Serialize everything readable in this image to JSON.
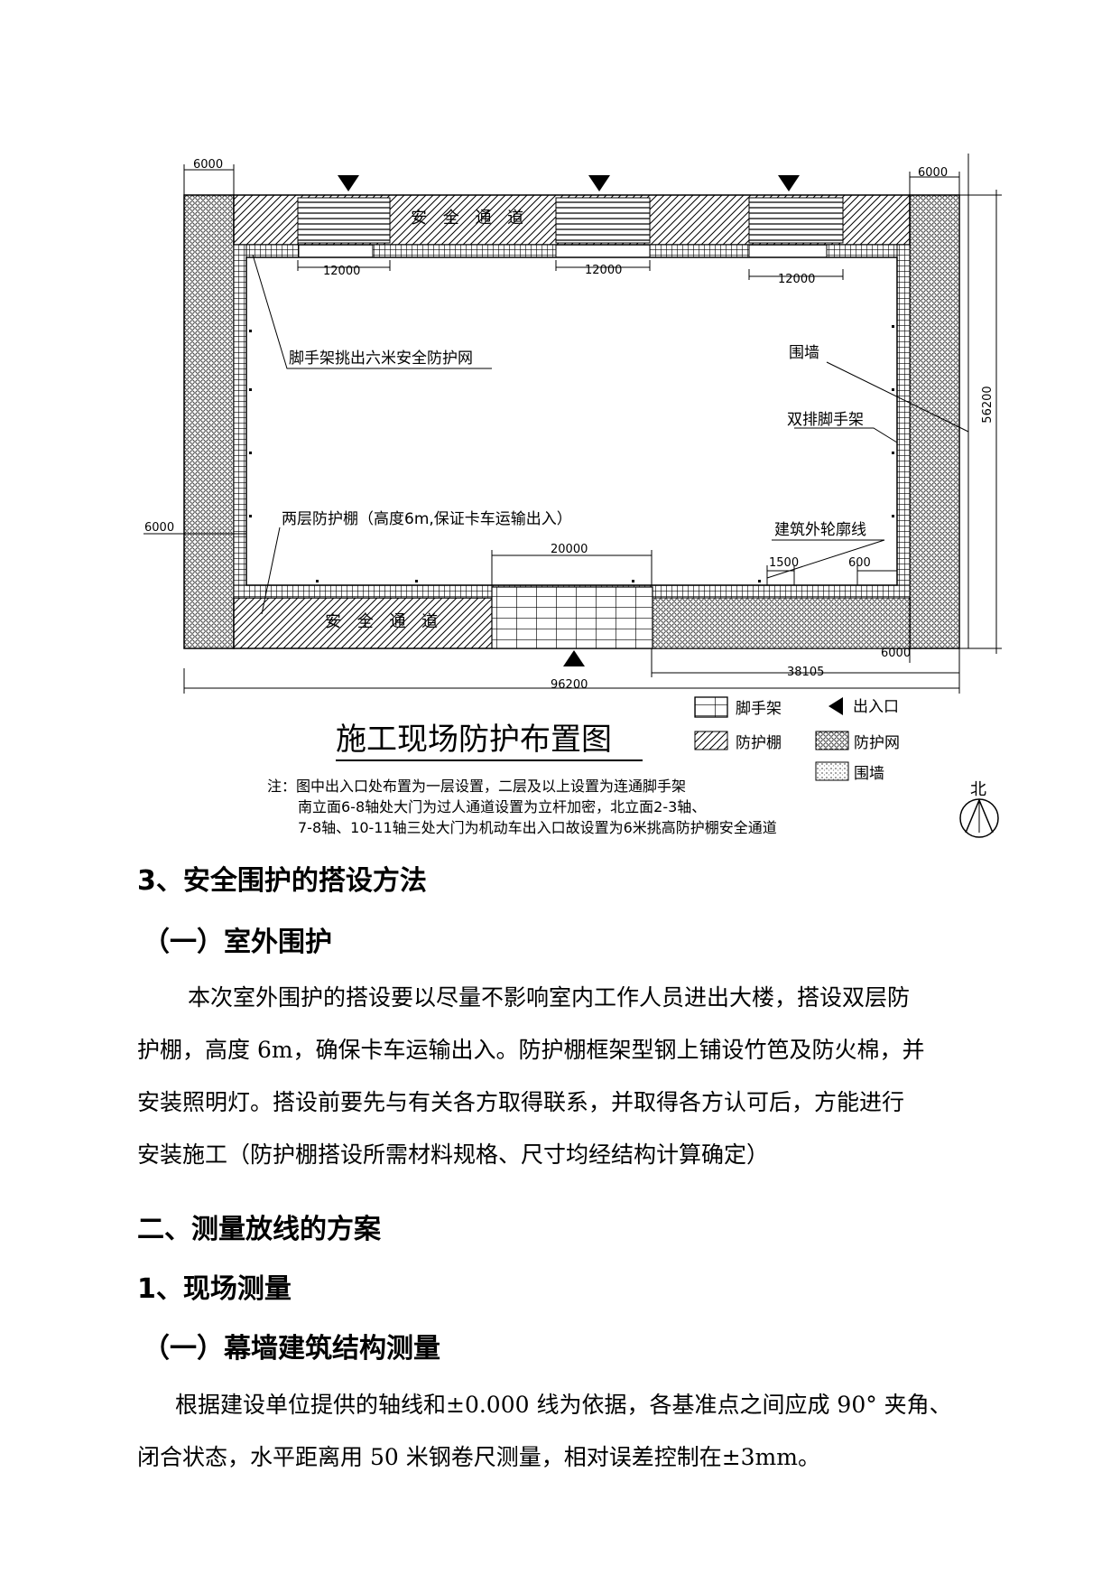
{
  "diagram": {
    "title": "施工现场防护布置图",
    "dims": {
      "left_top": "6000",
      "right_top": "6000",
      "gate1": "12000",
      "gate2": "12000",
      "gate3": "12000",
      "right_height": "56200",
      "left_mid": "6000",
      "south_gate": "20000",
      "d1500": "1500",
      "d600": "600",
      "right_bottom": "6000",
      "d38105": "38105",
      "total_width": "96200"
    },
    "labels": {
      "north_passage": "安 全 通 道",
      "south_passage": "安 全 通 道",
      "scaffold_net": "脚手架挑出六米安全防护网",
      "wall": "围墙",
      "double_scaffold": "双排脚手架",
      "two_layer_shed": "两层防护棚（高度6m,保证卡车运输出入）",
      "building_outline": "建筑外轮廓线"
    },
    "legend": {
      "scaffold": "脚手架",
      "entrance": "出入口",
      "shed": "防护棚",
      "net": "防护网",
      "wall": "围墙"
    },
    "north": "北",
    "notes": [
      "注：图中出入口处布置为一层设置，二层及以上设置为连通脚手架",
      "南立面6-8轴处大门为过人通道设置为立杆加密，北立面2-3轴、",
      "7-8轴、10-11轴三处大门为机动车出入口故设置为6米挑高防护棚安全通道"
    ]
  },
  "section_3_heading": "3、安全围护的搭设方法",
  "sub_1_heading": "（一）室外围护",
  "para_1": [
    "本次室外围护的搭设要以尽量不影响室内工作人员进出大楼，搭设双层防",
    "护棚，高度 6m，确保卡车运输出入。防护棚框架型钢上铺设竹笆及防火棉，并",
    "安装照明灯。搭设前要先与有关各方取得联系，并取得各方认可后，方能进行",
    "安装施工（防护棚搭设所需材料规格、尺寸均经结构计算确定）"
  ],
  "section_2_heading": "二、测量放线的方案",
  "sub_2_heading": "1、现场测量",
  "sub_3_heading": "（一）幕墙建筑结构测量",
  "para_2": [
    "根据建设单位提供的轴线和±0.000 线为依据，各基准点之间应成 90° 夹角、",
    "闭合状态，水平距离用 50 米钢卷尺测量，相对误差控制在±3mm。"
  ]
}
